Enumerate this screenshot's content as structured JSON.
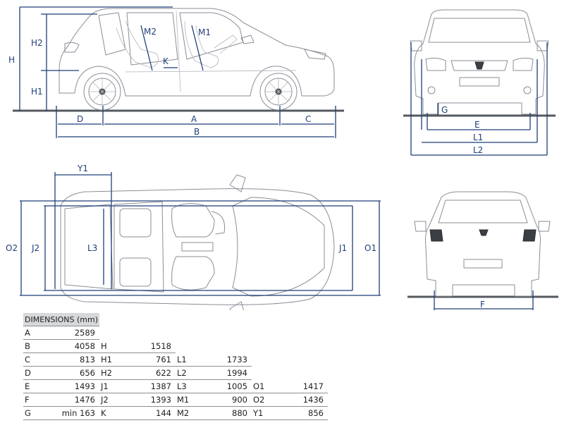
{
  "dimension_labels": {
    "A": "A",
    "B": "B",
    "C": "C",
    "D": "D",
    "E": "E",
    "F": "F",
    "G": "G",
    "H": "H",
    "H1": "H1",
    "H2": "H2",
    "K": "K",
    "M1": "M1",
    "M2": "M2",
    "L1": "L1",
    "L2": "L2",
    "L3": "L3",
    "J1": "J1",
    "J2": "J2",
    "O1": "O1",
    "O2": "O2",
    "Y1": "Y1"
  },
  "table": {
    "title": "DIMENSIONS (mm)",
    "columns": [
      [
        {
          "key": "A",
          "value": "2589"
        },
        {
          "key": "B",
          "value": "4058"
        },
        {
          "key": "C",
          "value": "813"
        },
        {
          "key": "D",
          "value": "656"
        },
        {
          "key": "E",
          "value": "1493"
        },
        {
          "key": "F",
          "value": "1476"
        },
        {
          "key": "G",
          "value": "min 163"
        }
      ],
      [
        {
          "key": "H",
          "value": "1518"
        },
        {
          "key": "H1",
          "value": "761"
        },
        {
          "key": "H2",
          "value": "622"
        },
        {
          "key": "J1",
          "value": "1387"
        },
        {
          "key": "J2",
          "value": "1393"
        },
        {
          "key": "K",
          "value": "144"
        }
      ],
      [
        {
          "key": "L1",
          "value": "1733"
        },
        {
          "key": "L2",
          "value": "1994"
        },
        {
          "key": "L3",
          "value": "1005"
        },
        {
          "key": "M1",
          "value": "900"
        },
        {
          "key": "M2",
          "value": "880"
        }
      ],
      [
        {
          "key": "O1",
          "value": "1417"
        },
        {
          "key": "O2",
          "value": "1436"
        },
        {
          "key": "Y1",
          "value": "856"
        }
      ]
    ]
  }
}
